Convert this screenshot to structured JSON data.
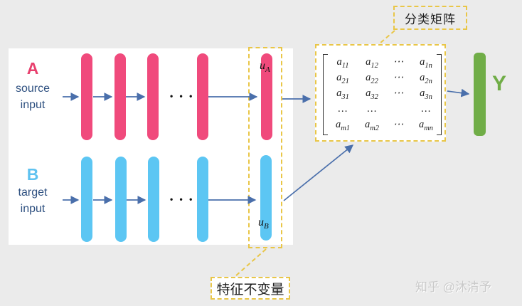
{
  "colors": {
    "background": "#ebebeb",
    "panel": "#ffffff",
    "source_bar_pink": "#f04a7c",
    "source_letter_pink": "#e8406e",
    "target_bar_blue": "#5cc6f3",
    "target_letter_blue": "#5fc2f0",
    "caption_navy": "#2e5080",
    "arrow_blue": "#4a6fab",
    "dashed_gold": "#e9c647",
    "output_green": "#70ad47",
    "matrix_text": "#1d1d1d",
    "watermark_gray": "#c9c9c9"
  },
  "branch_a": {
    "letter": "A",
    "caption_line1": "source",
    "caption_line2": "input",
    "dots": "• • •",
    "feature": {
      "base": "u",
      "sub": "A"
    }
  },
  "branch_b": {
    "letter": "B",
    "caption_line1": "target",
    "caption_line2": "input",
    "dots": "• • •",
    "feature": {
      "base": "u",
      "sub": "B"
    }
  },
  "callouts": {
    "classification_matrix": "分类矩阵",
    "feature_invariant": "特征不变量"
  },
  "matrix": {
    "rows": [
      [
        {
          "base": "a",
          "sub": "11"
        },
        {
          "base": "a",
          "sub": "12"
        },
        {
          "base": "⋯",
          "sub": ""
        },
        {
          "base": "a",
          "sub": "1n"
        }
      ],
      [
        {
          "base": "a",
          "sub": "21"
        },
        {
          "base": "a",
          "sub": "22"
        },
        {
          "base": "⋯",
          "sub": ""
        },
        {
          "base": "a",
          "sub": "2n"
        }
      ],
      [
        {
          "base": "a",
          "sub": "31"
        },
        {
          "base": "a",
          "sub": "32"
        },
        {
          "base": "⋯",
          "sub": ""
        },
        {
          "base": "a",
          "sub": "3n"
        }
      ],
      [
        {
          "base": "…",
          "sub": ""
        },
        {
          "base": "…",
          "sub": ""
        },
        {
          "base": "",
          "sub": ""
        },
        {
          "base": "…",
          "sub": ""
        }
      ],
      [
        {
          "base": "a",
          "sub": "m1"
        },
        {
          "base": "a",
          "sub": "m2"
        },
        {
          "base": "⋯",
          "sub": ""
        },
        {
          "base": "a",
          "sub": "mn"
        }
      ]
    ]
  },
  "output": {
    "label": "Y"
  },
  "watermark": "知乎 @沐清予"
}
